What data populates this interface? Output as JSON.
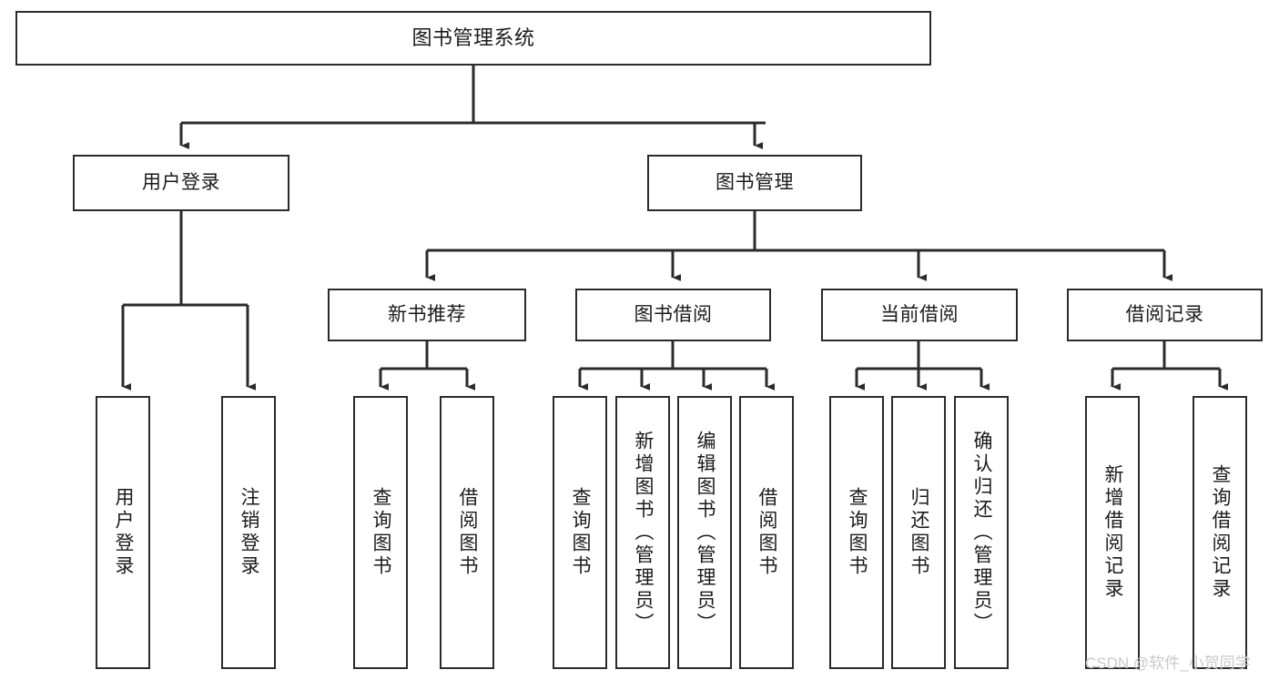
{
  "diagram": {
    "title": "图书管理系统",
    "type": "tree-hierarchy",
    "orientation": "top-down",
    "box_stroke_color": "#2b2b2b",
    "box_fill_color": "#ffffff",
    "connector_color": "#2b2b2b",
    "text_color": "#1b1b1b"
  },
  "root": {
    "label": "图书管理系统"
  },
  "level2": [
    {
      "label": "用户登录"
    },
    {
      "label": "图书管理"
    }
  ],
  "level3": [
    {
      "label": "新书推荐"
    },
    {
      "label": "图书借阅"
    },
    {
      "label": "当前借阅"
    },
    {
      "label": "借阅记录"
    }
  ],
  "leaves": {
    "user_login": [
      {
        "label": "用户登录"
      },
      {
        "label": "注销登录"
      }
    ],
    "new_book_recommend": [
      {
        "label": "查询图书"
      },
      {
        "label": "借阅图书"
      }
    ],
    "book_borrow": [
      {
        "label": "查询图书"
      },
      {
        "label": "新增图书（管理员）"
      },
      {
        "label": "编辑图书（管理员）"
      },
      {
        "label": "借阅图书"
      }
    ],
    "current_borrow": [
      {
        "label": "查询图书"
      },
      {
        "label": "归还图书"
      },
      {
        "label": "确认归还（管理员）"
      }
    ],
    "borrow_record": [
      {
        "label": "新增借阅记录"
      },
      {
        "label": "查询借阅记录"
      }
    ]
  },
  "watermark": {
    "text": "CSDN @软件_小贺同学"
  },
  "chart_data": {
    "type": "table",
    "title": "图书管理系统 功能结构图",
    "nodes": [
      {
        "id": "root",
        "label": "图书管理系统",
        "level": 1,
        "parent": null
      },
      {
        "id": "l2-1",
        "label": "用户登录",
        "level": 2,
        "parent": "root"
      },
      {
        "id": "l2-2",
        "label": "图书管理",
        "level": 2,
        "parent": "root"
      },
      {
        "id": "l3-1",
        "label": "用户登录",
        "level": 3,
        "parent": "l2-1"
      },
      {
        "id": "l3-2",
        "label": "注销登录",
        "level": 3,
        "parent": "l2-1"
      },
      {
        "id": "l3-3",
        "label": "新书推荐",
        "level": 3,
        "parent": "l2-2"
      },
      {
        "id": "l3-4",
        "label": "图书借阅",
        "level": 3,
        "parent": "l2-2"
      },
      {
        "id": "l3-5",
        "label": "当前借阅",
        "level": 3,
        "parent": "l2-2"
      },
      {
        "id": "l3-6",
        "label": "借阅记录",
        "level": 3,
        "parent": "l2-2"
      },
      {
        "id": "l4-1",
        "label": "查询图书",
        "level": 4,
        "parent": "l3-3"
      },
      {
        "id": "l4-2",
        "label": "借阅图书",
        "level": 4,
        "parent": "l3-3"
      },
      {
        "id": "l4-3",
        "label": "查询图书",
        "level": 4,
        "parent": "l3-4"
      },
      {
        "id": "l4-4",
        "label": "新增图书（管理员）",
        "level": 4,
        "parent": "l3-4"
      },
      {
        "id": "l4-5",
        "label": "编辑图书（管理员）",
        "level": 4,
        "parent": "l3-4"
      },
      {
        "id": "l4-6",
        "label": "借阅图书",
        "level": 4,
        "parent": "l3-4"
      },
      {
        "id": "l4-7",
        "label": "查询图书",
        "level": 4,
        "parent": "l3-5"
      },
      {
        "id": "l4-8",
        "label": "归还图书",
        "level": 4,
        "parent": "l3-5"
      },
      {
        "id": "l4-9",
        "label": "确认归还（管理员）",
        "level": 4,
        "parent": "l3-5"
      },
      {
        "id": "l4-10",
        "label": "新增借阅记录",
        "level": 4,
        "parent": "l3-6"
      },
      {
        "id": "l4-11",
        "label": "查询借阅记录",
        "level": 4,
        "parent": "l3-6"
      }
    ]
  }
}
